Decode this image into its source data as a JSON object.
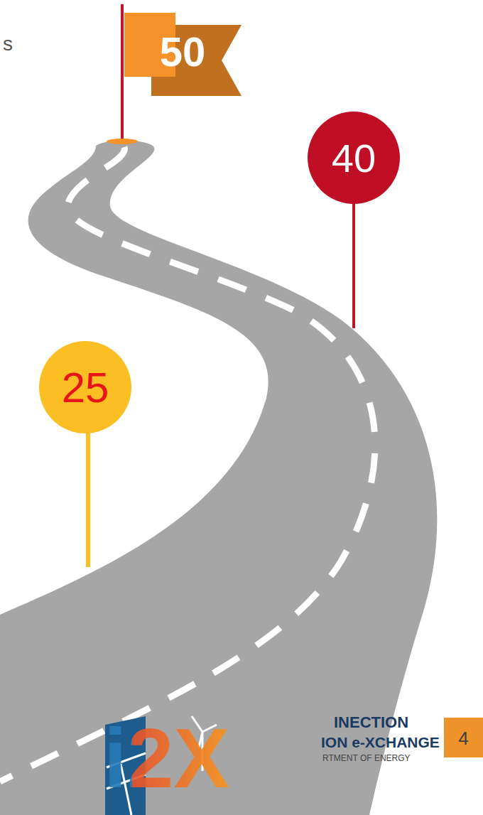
{
  "diagram": {
    "nodes": [
      {
        "text": [
          "50"
        ]
      },
      {
        "text": [
          "40"
        ]
      },
      {
        "text": [
          "25"
        ]
      },
      {
        "text": [
          "4"
        ]
      }
    ],
    "labels": [
      "s",
      "i2X",
      "INECTION",
      "ION e-XCHANGE",
      "RTMENT OF ENERGY"
    ]
  }
}
